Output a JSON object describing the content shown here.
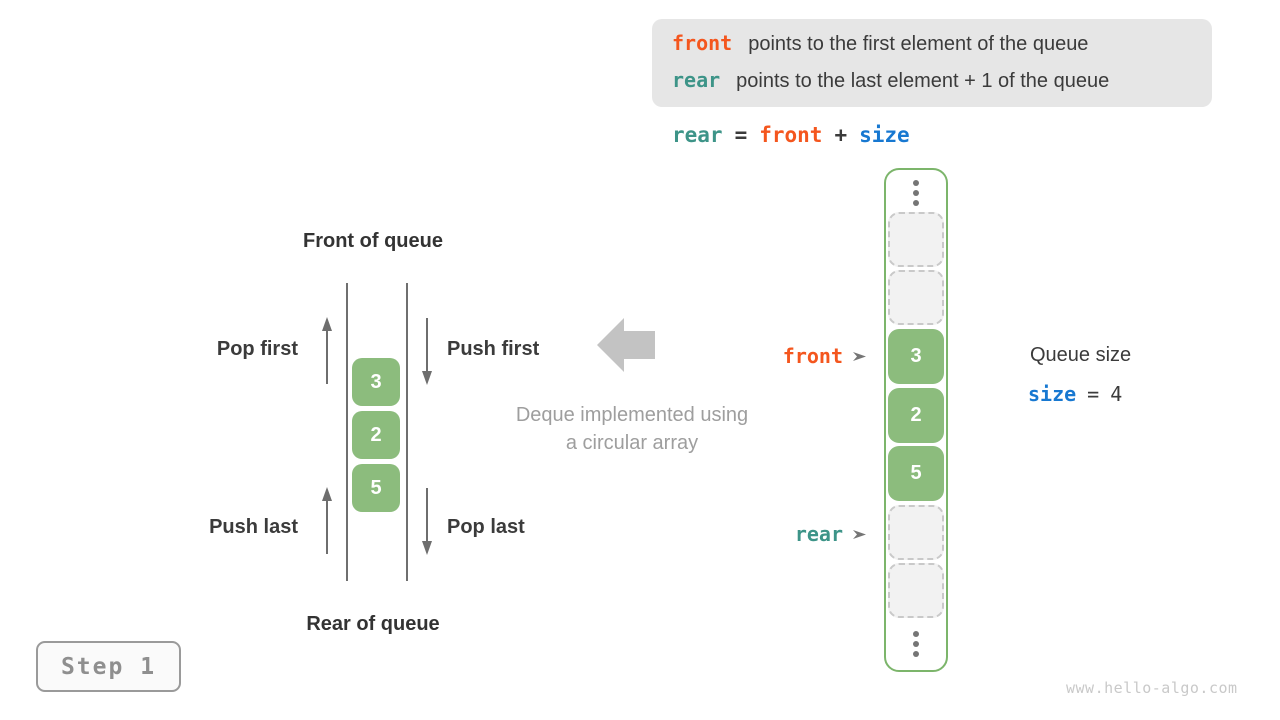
{
  "colors": {
    "orange": "#f4561e",
    "teal": "#3d9488",
    "blue": "#1778d1",
    "green_fill": "#8cbc7d",
    "green_border": "#7cb56b",
    "info_box_bg": "#e6e6e6",
    "block_arrow_gray": "#c3c3c3",
    "caption_gray": "#9e9e9e",
    "dark_text": "#3b3b3b"
  },
  "info_box": {
    "lines": [
      {
        "keyword": "front",
        "text": "points to the first element of the queue"
      },
      {
        "keyword": "rear",
        "text": "points to the last element + 1 of the queue"
      }
    ]
  },
  "equation": {
    "tokens": [
      "rear",
      "=",
      "front",
      "+",
      "size"
    ]
  },
  "left_queue": {
    "front_label": "Front of queue",
    "rear_label": "Rear of queue",
    "ops": {
      "pop_first": "Pop first",
      "push_first": "Push first",
      "push_last": "Push last",
      "pop_last": "Pop last"
    },
    "values": [
      "3",
      "2",
      "5"
    ]
  },
  "center": {
    "caption_line1": "Deque implemented using",
    "caption_line2": "a circular array"
  },
  "array_view": {
    "cells": [
      {
        "type": "empty",
        "value": ""
      },
      {
        "type": "empty",
        "value": ""
      },
      {
        "type": "filled",
        "value": "3"
      },
      {
        "type": "filled",
        "value": "2"
      },
      {
        "type": "filled",
        "value": "5"
      },
      {
        "type": "empty",
        "value": ""
      },
      {
        "type": "empty",
        "value": ""
      }
    ],
    "front_pointer": "front",
    "rear_pointer": "rear",
    "pointer_arrow_icon": "right-arrow"
  },
  "queue_size": {
    "label": "Queue size",
    "var": "size",
    "equals": "=",
    "value": "4"
  },
  "step": {
    "label": "Step 1"
  },
  "watermark": "www.hello-algo.com"
}
